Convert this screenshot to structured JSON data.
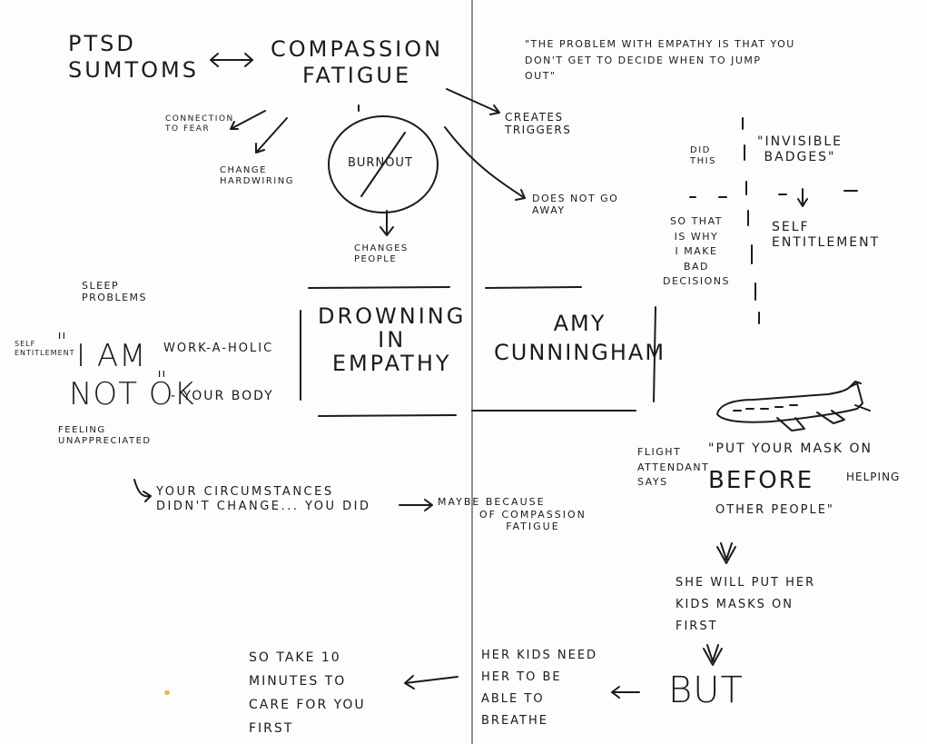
{
  "left_page": {
    "ptsd_symptoms": "PTSD\nSUMTOMS",
    "compassion_fatigue": "COMPASSION\nFATIGUE",
    "connection_to_fear": "CONNECTION\nTO FEAR",
    "change_hardwiring": "CHANGE\nHARDWIRING",
    "burnout": "BURNOUT",
    "changes_people": "CHANGES\nPEOPLE",
    "sleep_problems": "SLEEP\nPROBLEMS",
    "title": "DROWNING\nIN\nEMPATHY",
    "self_entitlement": "SELF\nENTITLEMENT",
    "quote_open": "\"",
    "i_am": "I AM",
    "not_ok": "NOT OK",
    "quote_close": "\"",
    "your_body": "- YOUR BODY",
    "work_a_holic": "WORK-A-HOLIC",
    "feeling_unappreciated": "FEELING\nUNAPPRECIATED",
    "circumstances": "YOUR CIRCUMSTANCES\nDIDN'T CHANGE... YOU DID",
    "maybe_because": "MAYBE BECAUSE",
    "so_take": "SO TAKE 10\nMINUTES TO\nCARE FOR YOU\nFIRST"
  },
  "right_page": {
    "quote": "\"THE PROBLEM WITH EMPATHY IS THAT YOU\nDON'T GET TO DECIDE WHEN TO JUMP\nOUT\"",
    "creates_triggers": "CREATES\nTRIGGERS",
    "does_not_go_away": "DOES NOT GO\nAWAY",
    "did_this": "DID\nTHIS",
    "so_that": "SO THAT\nIS WHY\nI MAKE\nBAD\nDECISIONS",
    "invisible_badges": "\"INVISIBLE\nBADGES\"",
    "self_entitlement": "SELF\nENTITLEMENT",
    "author": "AMY\nCUNNINGHAM",
    "of_compassion_fatigue": "OF COMPASSION\nFATIGUE",
    "flight_attendant": "FLIGHT\nATTENDANT\nSAYS",
    "put_your_mask": "\"PUT YOUR MASK ON",
    "before": "BEFORE",
    "helping": "HELPING",
    "other_people": "OTHER PEOPLE\"",
    "she_will": "SHE WILL PUT HER\nKIDS MASKS ON\nFIRST",
    "but": "BUT",
    "her_kids": "HER KIDS NEED\nHER TO BE\nABLE TO\nBREATHE"
  },
  "colors": {
    "ink": "#1b1b1b",
    "paper": "#fdfdfc",
    "gutter": "#8f8f8f",
    "stain": "#e8b64c"
  }
}
